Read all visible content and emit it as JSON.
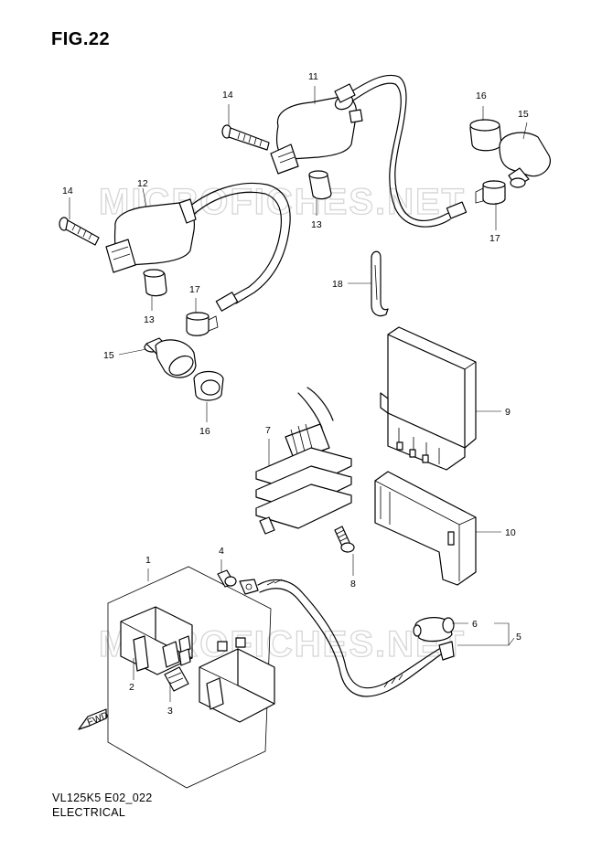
{
  "figure": {
    "title": "FIG.22",
    "model_code": "VL125K5 E02_022",
    "section": "ELECTRICAL",
    "watermark": "MICROFICHES.NET",
    "fwd_label": "FWD"
  },
  "callouts": [
    {
      "id": "c1",
      "label": "1"
    },
    {
      "id": "c2",
      "label": "2"
    },
    {
      "id": "c3",
      "label": "3"
    },
    {
      "id": "c4",
      "label": "4"
    },
    {
      "id": "c5",
      "label": "5"
    },
    {
      "id": "c6",
      "label": "6"
    },
    {
      "id": "c7",
      "label": "7"
    },
    {
      "id": "c8",
      "label": "8"
    },
    {
      "id": "c9",
      "label": "9"
    },
    {
      "id": "c10",
      "label": "10"
    },
    {
      "id": "c11",
      "label": "11"
    },
    {
      "id": "c12",
      "label": "12"
    },
    {
      "id": "c13a",
      "label": "13"
    },
    {
      "id": "c13b",
      "label": "13"
    },
    {
      "id": "c14a",
      "label": "14"
    },
    {
      "id": "c14b",
      "label": "14"
    },
    {
      "id": "c15a",
      "label": "15"
    },
    {
      "id": "c15b",
      "label": "15"
    },
    {
      "id": "c16a",
      "label": "16"
    },
    {
      "id": "c16b",
      "label": "16"
    },
    {
      "id": "c17a",
      "label": "17"
    },
    {
      "id": "c17b",
      "label": "17"
    },
    {
      "id": "c18",
      "label": "18"
    }
  ],
  "colors": {
    "line": "#000000",
    "watermark": "#d6d6d6",
    "background": "#ffffff"
  }
}
